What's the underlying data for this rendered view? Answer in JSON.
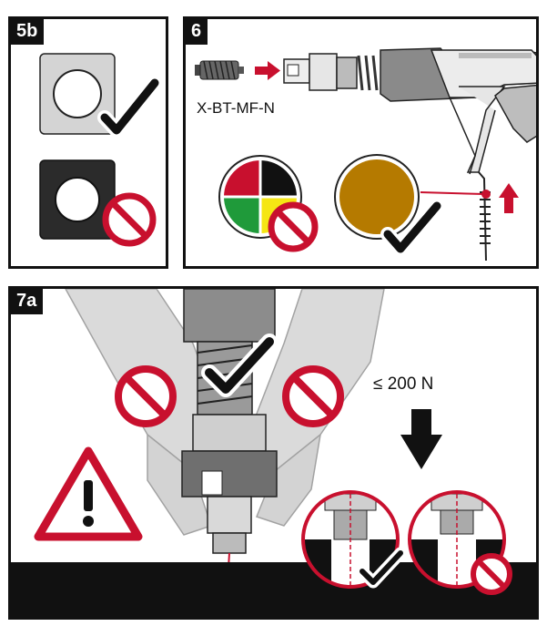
{
  "panels": {
    "p5b": {
      "label": "5b"
    },
    "p6": {
      "label": "6",
      "part_code": "X-BT-MF-N"
    },
    "p7a": {
      "label": "7a",
      "force_text": "≤ 200 N"
    }
  },
  "colors": {
    "red": "#c8102e",
    "brown": "#b57a00",
    "green": "#1f9a3a",
    "yellow": "#f5e614",
    "gray_tool": "#8a8a8a",
    "light_gray": "#d9d9d9"
  }
}
